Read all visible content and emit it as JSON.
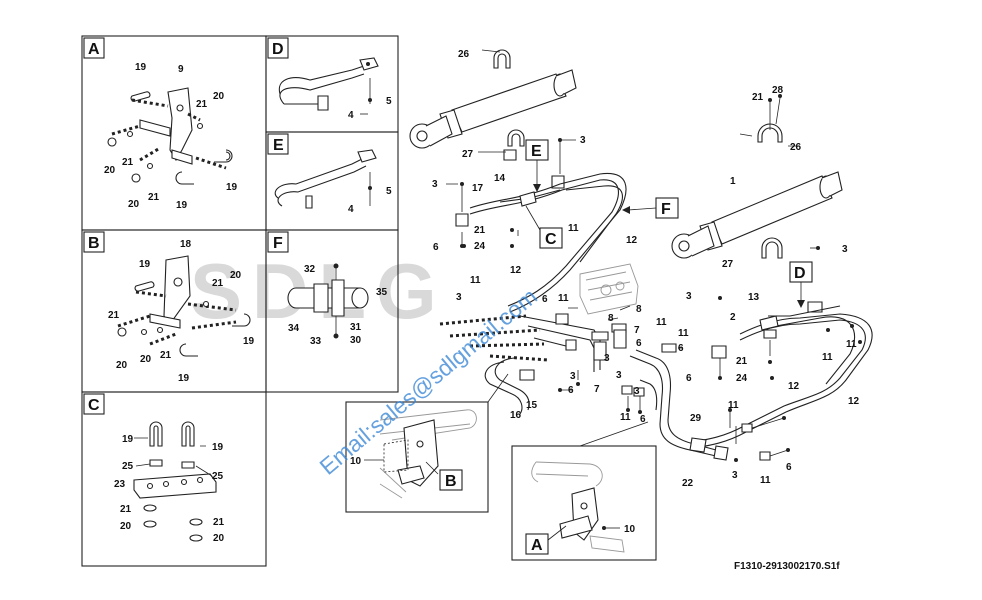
{
  "drawing_code": "F1310-2913002170.S1f",
  "watermark": {
    "contact": "Email:sales@sdlgmail.com",
    "brand": "SDLG"
  },
  "detail_panels": [
    {
      "letter": "A"
    },
    {
      "letter": "B"
    },
    {
      "letter": "C"
    },
    {
      "letter": "D"
    },
    {
      "letter": "E"
    },
    {
      "letter": "F"
    }
  ],
  "callouts": {
    "A_view": "A",
    "B_view": "B",
    "C_main": "C",
    "D_main": "D",
    "E_main": "E",
    "F_main": "F"
  },
  "panel_A_numbers": [
    "19",
    "9",
    "21",
    "20",
    "20",
    "21",
    "20",
    "21",
    "19",
    "19"
  ],
  "panel_B_numbers": [
    "18",
    "19",
    "20",
    "21",
    "21",
    "20",
    "21",
    "19",
    "20",
    "19"
  ],
  "panel_C_numbers": [
    "19",
    "19",
    "25",
    "25",
    "23",
    "21",
    "20",
    "21",
    "20"
  ],
  "panel_D_numbers": [
    "5",
    "4"
  ],
  "panel_E_numbers": [
    "5",
    "4"
  ],
  "panel_F_numbers": [
    "32",
    "35",
    "34",
    "31",
    "33",
    "30"
  ],
  "main_numbers": {
    "left_cylinder": [
      "26",
      "3",
      "27",
      "3",
      "14",
      "17",
      "21",
      "24",
      "6",
      "11",
      "3",
      "12",
      "12",
      "11"
    ],
    "right_cylinder": [
      "21",
      "28",
      "26",
      "1",
      "3",
      "27",
      "3",
      "13",
      "2",
      "11",
      "21",
      "24",
      "12",
      "12",
      "11",
      "6"
    ],
    "valve_area": [
      "6",
      "11",
      "8",
      "8",
      "7",
      "3",
      "6",
      "3",
      "7",
      "6",
      "11",
      "11",
      "6",
      "15",
      "16",
      "3",
      "3",
      "11",
      "29",
      "22",
      "6",
      "3",
      "11",
      "6",
      "11"
    ],
    "views": [
      "10",
      "10"
    ]
  }
}
